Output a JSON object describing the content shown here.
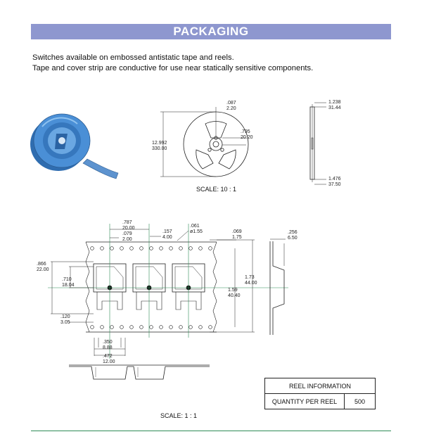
{
  "banner": {
    "title": "PACKAGING"
  },
  "intro": {
    "line1": "Switches available on embossed antistatic tape and reels.",
    "line2": "Tape and cover strip are conductive for use near statically sensitive components."
  },
  "reel_drawing": {
    "dim_hub_in": ".087",
    "dim_hub_mm": "2.20",
    "dim_dia_in": "12.992",
    "dim_dia_mm": "330.00",
    "dim_arbor_in": ".795",
    "dim_arbor_mm": "20.20",
    "dim_flange_in": "1.238",
    "dim_flange_mm": "31.44",
    "dim_width_in": "1.476",
    "dim_width_mm": "37.50",
    "scale": "SCALE: 10 : 1"
  },
  "tape_drawing": {
    "dim_pitch_in": ".787",
    "dim_pitch_mm": "20.00",
    "dim_pocket_in": ".079",
    "dim_pocket_mm": "2.00",
    "dim_hole_pitch_in": ".157",
    "dim_hole_pitch_mm": "4.00",
    "dim_hole_dia_in": ".061",
    "dim_hole_dia_mm": "ø1.55",
    "dim_edge_in": ".069",
    "dim_edge_mm": "1.75",
    "dim_thick_in": ".256",
    "dim_thick_mm": "6.50",
    "dim_outer_in": ".866",
    "dim_outer_mm": "22.00",
    "dim_inner_in": ".710",
    "dim_inner_mm": "18.04",
    "dim_tape_in": "1.73",
    "dim_tape_mm": "44.00",
    "dim_center_in": "1.59",
    "dim_center_mm": "40.40",
    "dim_tab_in": ".120",
    "dim_tab_mm": "3.05",
    "dim_lead_in": ".350",
    "dim_lead_mm": "8.88",
    "dim_body_in": ".472",
    "dim_body_mm": "12.00",
    "scale": "SCALE: 1 : 1"
  },
  "reel_info": {
    "header": "REEL INFORMATION",
    "qty_label": "QUANTITY PER REEL",
    "qty_value": "500"
  },
  "colors": {
    "banner": "#8e97cf",
    "reel_blue": "#3a7fc4",
    "guide": "#2e8b57"
  }
}
